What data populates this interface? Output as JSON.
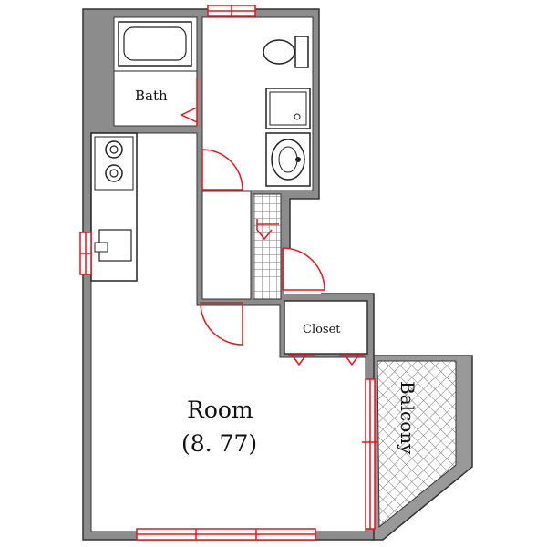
{
  "labels": {
    "bath": "Bath",
    "closet": "Closet",
    "room": "Room",
    "room_size": "(8. 77)",
    "balcony": "Balcony"
  },
  "colors": {
    "wall": "#8c8c8c",
    "wall_edge": "#333333",
    "opening": "#e8131b",
    "fixture": "#222222",
    "background": "#ffffff"
  }
}
